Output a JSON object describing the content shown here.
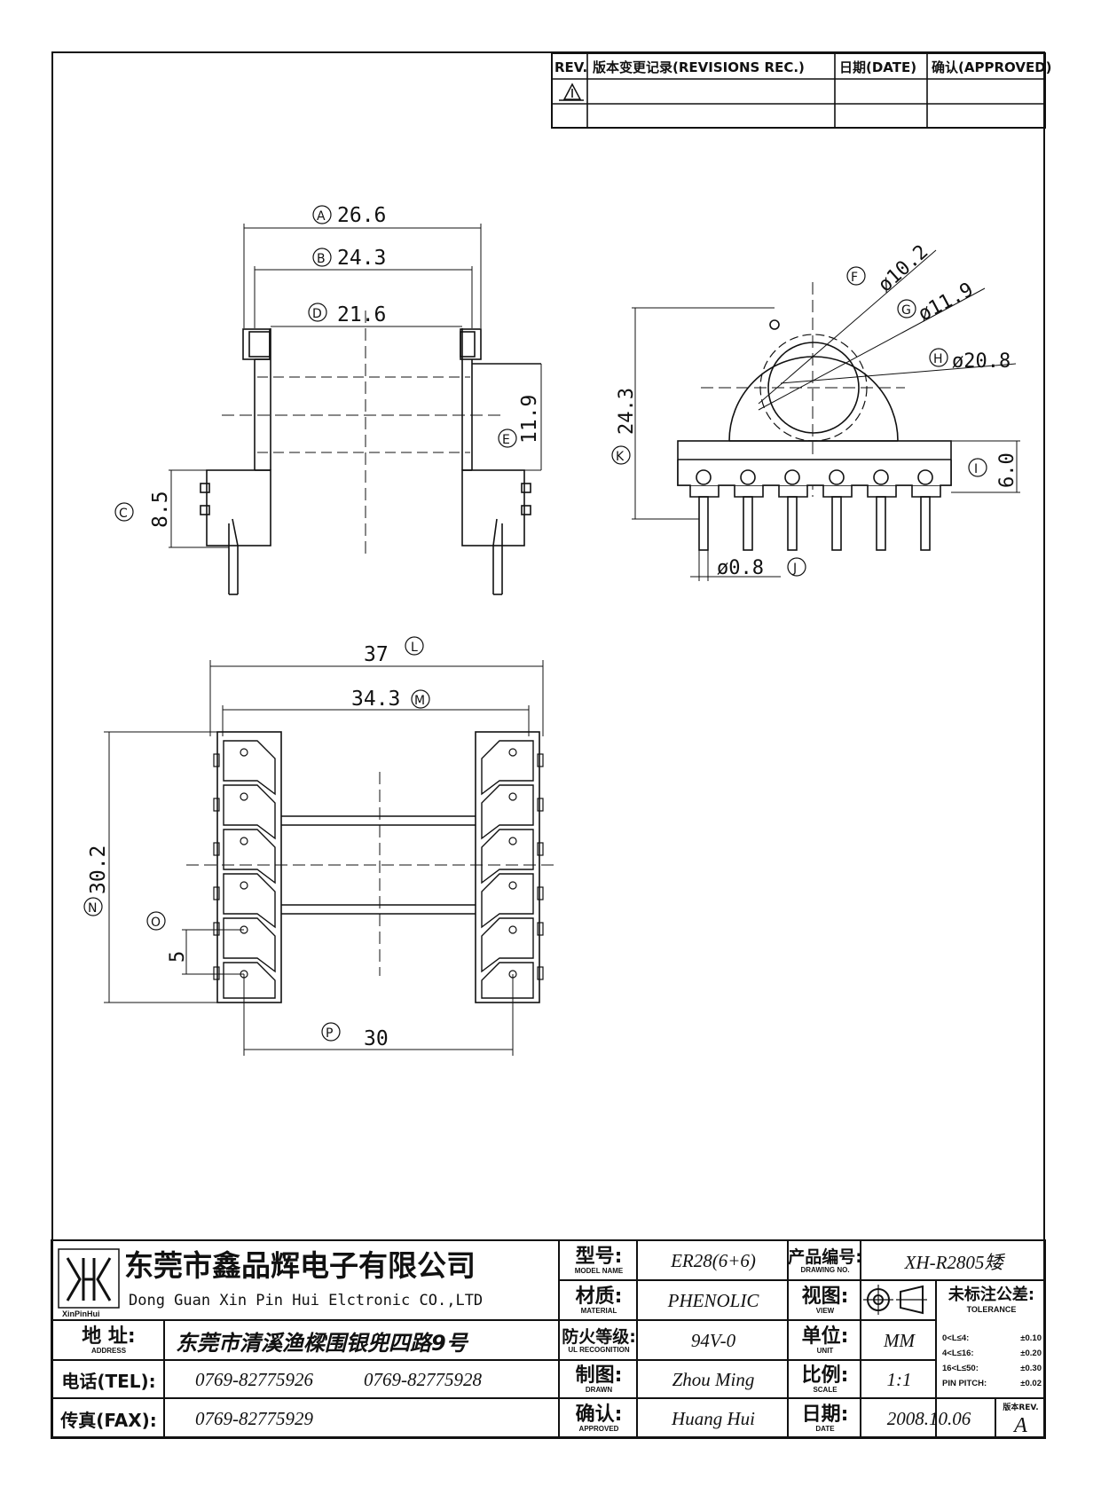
{
  "revision_table": {
    "headers": {
      "rev": "REV.",
      "rec": "版本变更记录(REVISIONS REC.)",
      "date": "日期(DATE)",
      "approved": "确认(APPROVED)"
    },
    "rows": [
      {
        "rev_icon": "revision-triangle-icon"
      },
      {}
    ]
  },
  "side_view": {
    "dim_a": {
      "tag": "A",
      "value": "26.6"
    },
    "dim_b": {
      "tag": "B",
      "value": "24.3"
    },
    "dim_d": {
      "tag": "D",
      "value": "21.6"
    },
    "dim_e": {
      "tag": "E",
      "value": "11.9"
    },
    "dim_c": {
      "tag": "C",
      "value": "8.5"
    }
  },
  "end_view": {
    "dim_f": {
      "tag": "F",
      "value": "ø10.2"
    },
    "dim_g": {
      "tag": "G",
      "value": "ø11.9"
    },
    "dim_h": {
      "tag": "H",
      "value": "ø20.8"
    },
    "dim_k": {
      "tag": "K",
      "value": "24.3"
    },
    "dim_i": {
      "tag": "I",
      "value": "6.0"
    },
    "dim_j": {
      "tag": "J",
      "value": "ø0.8"
    }
  },
  "bottom_view": {
    "dim_l": {
      "tag": "L",
      "value": "37"
    },
    "dim_m": {
      "tag": "M",
      "value": "34.3"
    },
    "dim_n": {
      "tag": "N",
      "value": "30.2"
    },
    "dim_o": {
      "tag": "O",
      "value": "5"
    },
    "dim_p": {
      "tag": "P",
      "value": "30"
    }
  },
  "title_block": {
    "logo_text": "XinPinHui",
    "company_cn": "东莞市鑫品辉电子有限公司",
    "company_en": "Dong Guan Xin Pin Hui Elctronic CO.,LTD",
    "address_label": {
      "zh": "地  址:",
      "en": "ADDRESS"
    },
    "address": "东莞市清溪渔樑围银兜四路9号",
    "tel_label": "电话(TEL):",
    "tel": [
      "0769-82775926",
      "0769-82775928"
    ],
    "fax_label": "传真(FAX):",
    "fax": "0769-82775929",
    "model_label": {
      "zh": "型号:",
      "en": "MODEL NAME"
    },
    "model": "ER28(6+6)",
    "material_label": {
      "zh": "材质:",
      "en": "MATERIAL"
    },
    "material": "PHENOLIC",
    "fire_label": {
      "zh": "防火等级:",
      "en": "UL RECOGNITION"
    },
    "fire": "94V-0",
    "drawn_label": {
      "zh": "制图:",
      "en": "DRAWN"
    },
    "drawn": "Zhou Ming",
    "approved_label": {
      "zh": "确认:",
      "en": "APPROVED"
    },
    "approved": "Huang Hui",
    "drawing_no_label": {
      "zh": "产品编号:",
      "en": "DRAWING NO."
    },
    "drawing_no": "XH-R2805矮",
    "view_label": {
      "zh": "视图:",
      "en": "VIEW"
    },
    "unit_label": {
      "zh": "单位:",
      "en": "UNIT"
    },
    "unit": "MM",
    "scale_label": {
      "zh": "比例:",
      "en": "SCALE"
    },
    "scale": "1:1",
    "date_label": {
      "zh": "日期:",
      "en": "DATE"
    },
    "date": "2008.10.06",
    "tolerance_title": "未标注公差:",
    "tolerance_en": "TOLERANCE",
    "tolerance_rows": [
      {
        "range": "0<L≤4:",
        "tol": "±0.10"
      },
      {
        "range": "4<L≤16:",
        "tol": "±0.20"
      },
      {
        "range": "16<L≤50:",
        "tol": "±0.30"
      },
      {
        "range": "PIN PITCH:",
        "tol": "±0.02"
      }
    ],
    "rev_label": "版本REV.",
    "rev": "A"
  }
}
